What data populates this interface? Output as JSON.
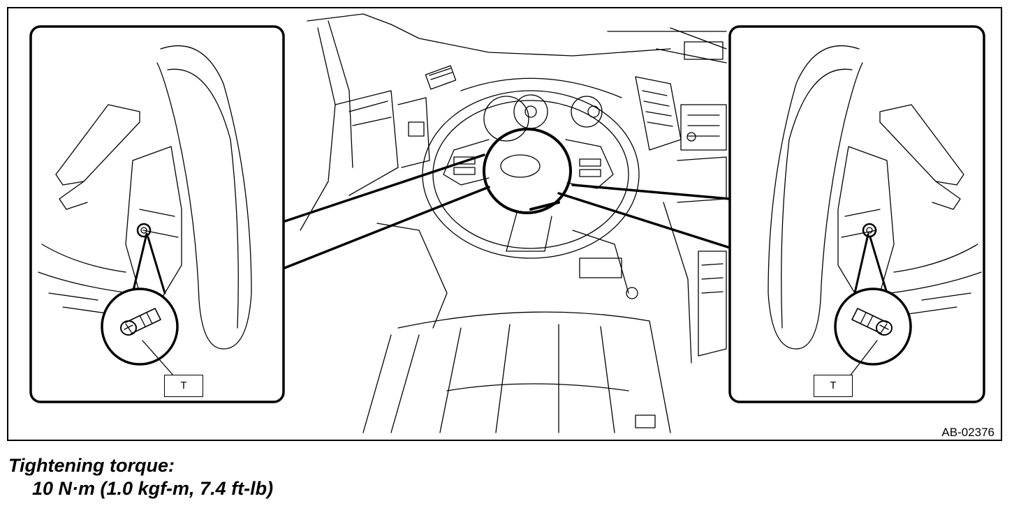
{
  "figure": {
    "id": "AB-02376",
    "callouts": {
      "left": "T",
      "right": "T"
    }
  },
  "torque": {
    "title": "Tightening torque:",
    "value": "10 N·m (1.0 kgf-m, 7.4 ft-lb)"
  },
  "icons": [
    "torx-bolt-icon",
    "steering-wheel-icon",
    "dashboard-icon"
  ]
}
